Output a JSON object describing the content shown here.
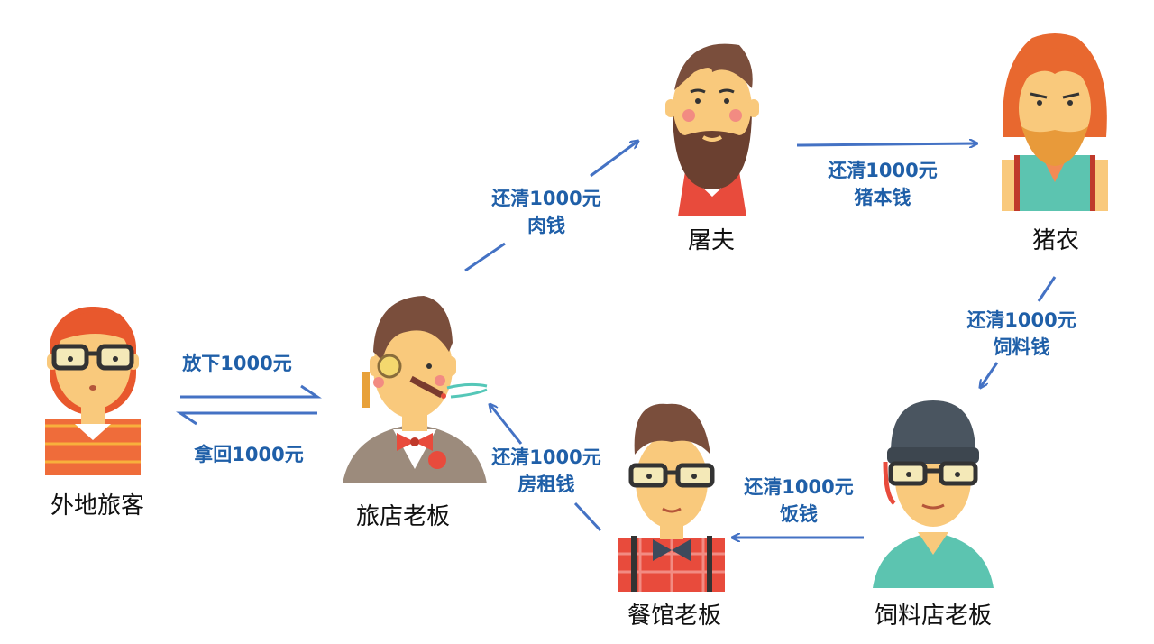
{
  "people": {
    "traveler": "外地旅客",
    "hotel_owner": "旅店老板",
    "butcher": "屠夫",
    "pig_farmer": "猪农",
    "feed_store_owner": "饲料店老板",
    "restaurant_owner": "餐馆老板"
  },
  "edges": {
    "put_down": {
      "line1": "放下1000元"
    },
    "take_back": {
      "line1": "拿回1000元"
    },
    "meat": {
      "line1": "还清1000元",
      "line2": "肉钱"
    },
    "pig": {
      "line1": "还清1000元",
      "line2": "猪本钱"
    },
    "feed": {
      "line1": "还清1000元",
      "line2": "饲料钱"
    },
    "meal": {
      "line1": "还清1000元",
      "line2": "饭钱"
    },
    "rent": {
      "line1": "还清1000元",
      "line2": "房租钱"
    }
  },
  "colors": {
    "arrow": "#4472c4",
    "label": "#1f5fa8",
    "skin": "#f9c97c",
    "cheek": "#f28b82"
  }
}
